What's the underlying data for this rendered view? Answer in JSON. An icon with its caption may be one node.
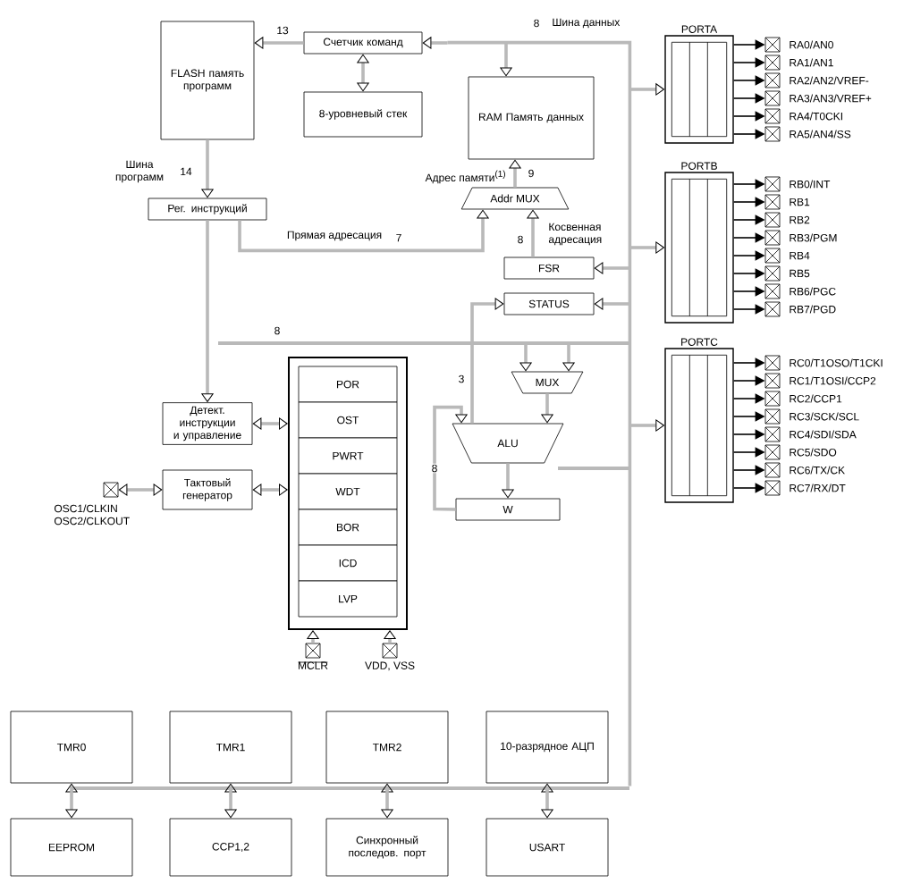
{
  "diagram": {
    "nodes": [
      {
        "text": [
          "FLASH память программ"
        ]
      },
      {
        "text": [
          "Счетчик команд"
        ]
      },
      {
        "text": [
          "8-уровневый стек"
        ]
      },
      {
        "text": [
          "RAM Память данных"
        ]
      },
      {
        "text": [
          "Рег. инструкций"
        ]
      },
      {
        "text": [
          "Addr MUX"
        ]
      },
      {
        "text": [
          "FSR"
        ]
      },
      {
        "text": [
          "STATUS"
        ]
      },
      {
        "text": [
          "MUX"
        ]
      },
      {
        "text": [
          "ALU"
        ]
      },
      {
        "text": [
          "W"
        ]
      },
      {
        "text": [
          "Детект. инструкции и управление"
        ]
      },
      {
        "text": [
          "Тактовый генератор"
        ]
      },
      {
        "text": [],
        "shape": "box"
      },
      {
        "text": [
          "POR"
        ],
        "in": 13
      },
      {
        "text": [
          "OST"
        ],
        "in": 13
      },
      {
        "text": [
          "PWRT"
        ],
        "in": 13
      },
      {
        "text": [
          "WDT"
        ],
        "in": 13
      },
      {
        "text": [
          "BOR"
        ],
        "in": 13
      },
      {
        "text": [
          "ICD"
        ],
        "in": 13
      },
      {
        "text": [
          "LVP"
        ],
        "in": 13
      },
      {
        "text": [
          "PORTA"
        ]
      },
      {
        "text": [
          "PORTB"
        ]
      },
      {
        "text": [
          "PORTC"
        ]
      },
      {
        "text": [
          "TMR0"
        ]
      },
      {
        "text": [
          "TMR1"
        ]
      },
      {
        "text": [
          "TMR2"
        ]
      },
      {
        "text": [
          "10-разрядное АЦП"
        ]
      },
      {
        "text": [
          "EEPROM"
        ]
      },
      {
        "text": [
          "CCP1,2"
        ]
      },
      {
        "text": [
          "Синхронный последов. порт"
        ]
      },
      {
        "text": [
          "USART"
        ]
      },
      {
        "text": [],
        "shape": "box",
        "beside": [
          "RA0/AN0"
        ]
      },
      {
        "text": [],
        "shape": "box",
        "beside": [
          "RA1/AN1"
        ]
      },
      {
        "text": [],
        "shape": "box",
        "beside": [
          "RA2/AN2/VREF-"
        ]
      },
      {
        "text": [],
        "shape": "box",
        "beside": [
          "RA3/AN3/VREF+"
        ]
      },
      {
        "text": [],
        "shape": "box",
        "beside": [
          "RA4/T0CKI"
        ]
      },
      {
        "text": [],
        "shape": "box",
        "beside": [
          "RA5/AN4/SS"
        ]
      },
      {
        "text": [],
        "shape": "box",
        "beside": [
          "RB0/INT"
        ]
      },
      {
        "text": [],
        "shape": "box",
        "beside": [
          "RB1"
        ]
      },
      {
        "text": [],
        "shape": "box",
        "beside": [
          "RB2"
        ]
      },
      {
        "text": [],
        "shape": "box",
        "beside": [
          "RB3/PGM"
        ]
      },
      {
        "text": [],
        "shape": "box",
        "beside": [
          "RB4"
        ]
      },
      {
        "text": [],
        "shape": "box",
        "beside": [
          "RB5"
        ]
      },
      {
        "text": [],
        "shape": "box",
        "beside": [
          "RB6/PGC"
        ]
      },
      {
        "text": [],
        "shape": "box",
        "beside": [
          "RB7/PGD"
        ]
      },
      {
        "text": [],
        "shape": "box",
        "beside": [
          "RC0/T1OSO/T1CKI"
        ]
      },
      {
        "text": [],
        "shape": "box",
        "beside": [
          "RC1/T1OSI/CCP2"
        ]
      },
      {
        "text": [],
        "shape": "box",
        "beside": [
          "RC2/CCP1"
        ]
      },
      {
        "text": [],
        "shape": "box",
        "beside": [
          "RC3/SCK/SCL"
        ]
      },
      {
        "text": [],
        "shape": "box",
        "beside": [
          "RC4/SDI/SDA"
        ]
      },
      {
        "text": [],
        "shape": "box",
        "beside": [
          "RC5/SDO"
        ]
      },
      {
        "text": [],
        "shape": "box",
        "beside": [
          "RC6/TX/CK"
        ]
      },
      {
        "text": [],
        "shape": "box",
        "beside": [
          "RC7/RX/DT"
        ]
      },
      {
        "text": [],
        "shape": "box",
        "beside": [
          "OSC1/CLKIN OSC2/CLKOUT"
        ]
      },
      {
        "text": [],
        "shape": "box",
        "beside": [
          "MCLR"
        ]
      },
      {
        "text": [],
        "shape": "box",
        "beside": [
          "VDD, VSS"
        ]
      },
      {
        "text": [],
        "shape": "bar"
      }
    ],
    "edges": [
      {
        "from": 1,
        "to": 0,
        "arrow": "to",
        "label": "13"
      },
      {
        "from": 2,
        "to": 1,
        "arrow": "both"
      },
      {
        "from": 0,
        "to": 4,
        "arrow": "to",
        "label": "14"
      },
      {
        "from": 4,
        "to": 5,
        "arrow": "to",
        "label": "7"
      },
      {
        "from": 5,
        "to": 3,
        "arrow": "to",
        "label": "9"
      },
      {
        "from": 6,
        "to": 5,
        "arrow": "to",
        "label": "8"
      },
      {
        "from": null,
        "to": 3,
        "arrow": "to"
      },
      {
        "from": null,
        "to": 1,
        "arrow": "to"
      },
      {
        "from": null,
        "to": 21,
        "arrow": "to"
      },
      {
        "from": null,
        "to": 22,
        "arrow": "to"
      },
      {
        "from": null,
        "to": 23,
        "arrow": "to"
      },
      {
        "from": null,
        "to": 6,
        "arrow": "to"
      },
      {
        "from": null,
        "to": 7,
        "arrow": "to"
      },
      {
        "from": 4,
        "to": 11,
        "arrow": "to"
      },
      {
        "from": 11,
        "to": 13,
        "arrow": "both"
      },
      {
        "from": 12,
        "to": 13,
        "arrow": "both"
      },
      {
        "from": 54,
        "to": 12,
        "arrow": "both"
      },
      {
        "from": 55,
        "to": 13,
        "arrow": "to"
      },
      {
        "from": 56,
        "to": 13,
        "arrow": "to"
      },
      {
        "from": null,
        "to": 8,
        "arrow": "to"
      },
      {
        "from": null,
        "to": 8,
        "arrow": "to"
      },
      {
        "from": 8,
        "to": 9,
        "arrow": "to"
      },
      {
        "from": 9,
        "to": 10,
        "arrow": "to"
      },
      {
        "from": 10,
        "to": 9,
        "arrow": "to",
        "label": "8"
      },
      {
        "from": 9,
        "to": 7,
        "arrow": "to",
        "label": "3"
      },
      {
        "from": null,
        "to": 57,
        "arrow": "none"
      },
      {
        "from": 57,
        "to": 24,
        "arrow": "to"
      },
      {
        "from": 57,
        "to": 28,
        "arrow": "to"
      },
      {
        "from": 57,
        "to": 25,
        "arrow": "to"
      },
      {
        "from": 57,
        "to": 29,
        "arrow": "to"
      },
      {
        "from": 57,
        "to": 26,
        "arrow": "to"
      },
      {
        "from": 57,
        "to": 30,
        "arrow": "to"
      },
      {
        "from": 57,
        "to": 27,
        "arrow": "to"
      },
      {
        "from": 57,
        "to": 31,
        "arrow": "to"
      },
      {
        "from": 21,
        "to": 32,
        "arrow": "to",
        "color": "#000000"
      },
      {
        "from": 21,
        "to": 33,
        "arrow": "to",
        "color": "#000000"
      },
      {
        "from": 21,
        "to": 34,
        "arrow": "to",
        "color": "#000000"
      },
      {
        "from": 21,
        "to": 35,
        "arrow": "to",
        "color": "#000000"
      },
      {
        "from": 21,
        "to": 36,
        "arrow": "to",
        "color": "#000000"
      },
      {
        "from": 21,
        "to": 37,
        "arrow": "to",
        "color": "#000000"
      },
      {
        "from": 22,
        "to": 38,
        "arrow": "to",
        "color": "#000000"
      },
      {
        "from": 22,
        "to": 39,
        "arrow": "to",
        "color": "#000000"
      },
      {
        "from": 22,
        "to": 40,
        "arrow": "to",
        "color": "#000000"
      },
      {
        "from": 22,
        "to": 41,
        "arrow": "to",
        "color": "#000000"
      },
      {
        "from": 22,
        "to": 42,
        "arrow": "to",
        "color": "#000000"
      },
      {
        "from": 22,
        "to": 43,
        "arrow": "to",
        "color": "#000000"
      },
      {
        "from": 22,
        "to": 44,
        "arrow": "to",
        "color": "#000000"
      },
      {
        "from": 22,
        "to": 45,
        "arrow": "to",
        "color": "#000000"
      },
      {
        "from": 23,
        "to": 46,
        "arrow": "to",
        "color": "#000000"
      },
      {
        "from": 23,
        "to": 47,
        "arrow": "to",
        "color": "#000000"
      },
      {
        "from": 23,
        "to": 48,
        "arrow": "to",
        "color": "#000000"
      },
      {
        "from": 23,
        "to": 49,
        "arrow": "to",
        "color": "#000000"
      },
      {
        "from": 23,
        "to": 50,
        "arrow": "to",
        "color": "#000000"
      },
      {
        "from": 23,
        "to": 51,
        "arrow": "to",
        "color": "#000000"
      },
      {
        "from": 23,
        "to": 52,
        "arrow": "to",
        "color": "#000000"
      },
      {
        "from": 23,
        "to": 53,
        "arrow": "to",
        "color": "#000000"
      }
    ],
    "labels": [
      "Шина данных",
      "8",
      "Шина программ",
      "Адрес памяти$^{(1)}$",
      "Прямая адресация",
      "Косвенная адресация",
      "8"
    ]
  }
}
